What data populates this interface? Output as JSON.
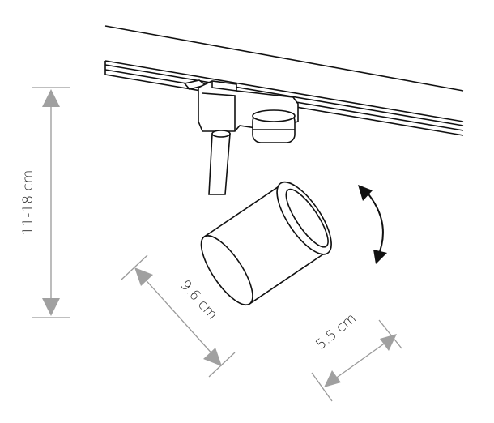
{
  "dimensions": {
    "height_label": "11-18 cm",
    "length_label": "9.6 cm",
    "diameter_label": "5.5 cm"
  },
  "colors": {
    "line": "#111111",
    "dimension": "#a0a0a0"
  }
}
